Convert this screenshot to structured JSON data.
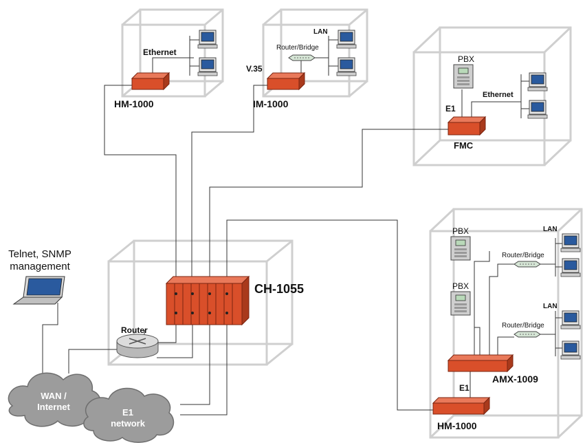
{
  "labels": {
    "hm1000_top": "HM-1000",
    "im1000": "IM-1000",
    "fmc": "FMC",
    "ch1055": "CH-1055",
    "amx1009": "AMX-1009",
    "hm1000_bottom": "HM-1000",
    "ethernet_1": "Ethernet",
    "ethernet_2": "Ethernet",
    "lan_1": "LAN",
    "lan_2": "LAN",
    "lan_3": "LAN",
    "router_bridge_1": "Router/Bridge",
    "router_bridge_2": "Router/Bridge",
    "router_bridge_3": "Router/Bridge",
    "v35": "V.35",
    "pbx_1": "PBX",
    "pbx_2": "PBX",
    "pbx_3": "PBX",
    "e1_fmc": "E1",
    "e1_amx": "E1",
    "router": "Router",
    "telnet_line1": "Telnet, SNMP",
    "telnet_line2": "management",
    "wan_line1": "WAN /",
    "wan_line2": "Internet",
    "e1net_line1": "E1",
    "e1net_line2": "network"
  },
  "colors": {
    "device": "#d94f2a",
    "box_outline": "#cfcfcf",
    "wire": "#333333",
    "cloud": "#9c9c9c"
  },
  "icons": [
    "computer-icon",
    "pbx-icon",
    "router-bridge-icon",
    "router-icon",
    "laptop-icon",
    "cloud-icon"
  ]
}
